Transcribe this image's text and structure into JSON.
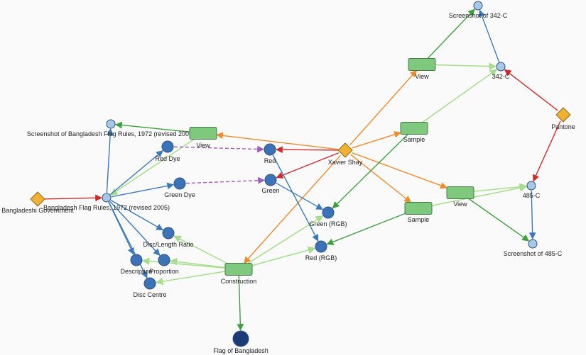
{
  "colors": {
    "agent": "#f0b030",
    "activity": "#7fc97f",
    "entity_light": "#a6c8e8",
    "entity_medium": "#3a73b8",
    "entity_dark": "#1b3a78",
    "edge_derived": "#3a7ab8",
    "edge_generated": "#3fa03f",
    "edge_used": "#a6dd8c",
    "edge_associated": "#f08a2a",
    "edge_attributed": "#d02a2a",
    "edge_dashed": "#a05ab8",
    "background": "#fafafa"
  },
  "nodes": [
    {
      "id": "bangladeshi-government",
      "label": "Bangladeshi Government",
      "kind": "agent"
    },
    {
      "id": "xavier-shay",
      "label": "Xavier Shay",
      "kind": "agent"
    },
    {
      "id": "pantone",
      "label": "Pantone",
      "kind": "agent"
    },
    {
      "id": "screenshot-flag-rules",
      "label": "Screenshot of Bangladesh Flag Rules, 1972 (revised 2005)",
      "kind": "entity-light"
    },
    {
      "id": "flag-rules",
      "label": "Bangladesh Flag Rules, 1972 (revised 2005)",
      "kind": "entity-light"
    },
    {
      "id": "red-dye",
      "label": "Red Dye",
      "kind": "entity-medium"
    },
    {
      "id": "green-dye",
      "label": "Green Dye",
      "kind": "entity-medium"
    },
    {
      "id": "disc-length-ratio",
      "label": "Disc/Length Ratio",
      "kind": "entity-medium"
    },
    {
      "id": "description",
      "label": "Description",
      "kind": "entity-medium"
    },
    {
      "id": "proportion",
      "label": "Proportion",
      "kind": "entity-medium"
    },
    {
      "id": "disc-centre",
      "label": "Disc Centre",
      "kind": "entity-medium"
    },
    {
      "id": "red",
      "label": "Red",
      "kind": "entity-medium"
    },
    {
      "id": "green",
      "label": "Green",
      "kind": "entity-medium"
    },
    {
      "id": "green-rgb",
      "label": "Green (RGB)",
      "kind": "entity-medium"
    },
    {
      "id": "red-rgb",
      "label": "Red (RGB)",
      "kind": "entity-medium"
    },
    {
      "id": "flag-of-bangladesh",
      "label": "Flag of Bangladesh",
      "kind": "entity-dark"
    },
    {
      "id": "screenshot-342c",
      "label": "Screenshot of 342-C",
      "kind": "entity-light"
    },
    {
      "id": "c342",
      "label": "342-C",
      "kind": "entity-light"
    },
    {
      "id": "c485",
      "label": "485-C",
      "kind": "entity-light"
    },
    {
      "id": "screenshot-485c",
      "label": "Screenshot of 485-C",
      "kind": "entity-light"
    },
    {
      "id": "view-left",
      "label": "View",
      "kind": "activity"
    },
    {
      "id": "view-top",
      "label": "View",
      "kind": "activity"
    },
    {
      "id": "view-right",
      "label": "View",
      "kind": "activity"
    },
    {
      "id": "sample-top",
      "label": "Sample",
      "kind": "activity"
    },
    {
      "id": "sample-mid",
      "label": "Sample",
      "kind": "activity"
    },
    {
      "id": "construction",
      "label": "Construction",
      "kind": "activity"
    }
  ],
  "edges": [
    {
      "from": "bangladeshi-government",
      "to": "flag-rules",
      "type": "attributed"
    },
    {
      "from": "pantone",
      "to": "c342",
      "type": "attributed"
    },
    {
      "from": "pantone",
      "to": "c485",
      "type": "attributed"
    },
    {
      "from": "xavier-shay",
      "to": "red",
      "type": "attributed"
    },
    {
      "from": "xavier-shay",
      "to": "green",
      "type": "attributed"
    },
    {
      "from": "xavier-shay",
      "to": "view-left",
      "type": "associated"
    },
    {
      "from": "xavier-shay",
      "to": "view-top",
      "type": "associated"
    },
    {
      "from": "xavier-shay",
      "to": "sample-top",
      "type": "associated"
    },
    {
      "from": "xavier-shay",
      "to": "sample-mid",
      "type": "associated"
    },
    {
      "from": "xavier-shay",
      "to": "view-right",
      "type": "associated"
    },
    {
      "from": "xavier-shay",
      "to": "construction",
      "type": "associated"
    },
    {
      "from": "view-left",
      "to": "screenshot-flag-rules",
      "type": "generated"
    },
    {
      "from": "view-left",
      "to": "flag-rules",
      "type": "used"
    },
    {
      "from": "view-top",
      "to": "screenshot-342c",
      "type": "generated"
    },
    {
      "from": "view-top",
      "to": "c342",
      "type": "used"
    },
    {
      "from": "view-right",
      "to": "screenshot-485c",
      "type": "generated"
    },
    {
      "from": "view-right",
      "to": "c485",
      "type": "used"
    },
    {
      "from": "sample-top",
      "to": "green-rgb",
      "type": "generated"
    },
    {
      "from": "sample-top",
      "to": "c342",
      "type": "used"
    },
    {
      "from": "sample-mid",
      "to": "red-rgb",
      "type": "generated"
    },
    {
      "from": "sample-mid",
      "to": "c485",
      "type": "used"
    },
    {
      "from": "construction",
      "to": "flag-of-bangladesh",
      "type": "generated"
    },
    {
      "from": "construction",
      "to": "disc-length-ratio",
      "type": "used"
    },
    {
      "from": "construction",
      "to": "description",
      "type": "used"
    },
    {
      "from": "construction",
      "to": "proportion",
      "type": "used"
    },
    {
      "from": "construction",
      "to": "disc-centre",
      "type": "used"
    },
    {
      "from": "construction",
      "to": "green-rgb",
      "type": "used"
    },
    {
      "from": "construction",
      "to": "red-rgb",
      "type": "used"
    },
    {
      "from": "flag-rules",
      "to": "screenshot-flag-rules",
      "type": "derived"
    },
    {
      "from": "flag-rules",
      "to": "red-dye",
      "type": "derived"
    },
    {
      "from": "flag-rules",
      "to": "green-dye",
      "type": "derived"
    },
    {
      "from": "flag-rules",
      "to": "disc-length-ratio",
      "type": "derived"
    },
    {
      "from": "flag-rules",
      "to": "description",
      "type": "derived"
    },
    {
      "from": "flag-rules",
      "to": "proportion",
      "type": "derived"
    },
    {
      "from": "flag-rules",
      "to": "disc-centre",
      "type": "derived"
    },
    {
      "from": "red",
      "to": "red-rgb",
      "type": "derived"
    },
    {
      "from": "green",
      "to": "green-rgb",
      "type": "derived"
    },
    {
      "from": "c342",
      "to": "screenshot-342c",
      "type": "derived"
    },
    {
      "from": "c485",
      "to": "screenshot-485c",
      "type": "derived"
    },
    {
      "from": "red-dye",
      "to": "red",
      "type": "dashed"
    },
    {
      "from": "green-dye",
      "to": "green",
      "type": "dashed"
    }
  ]
}
